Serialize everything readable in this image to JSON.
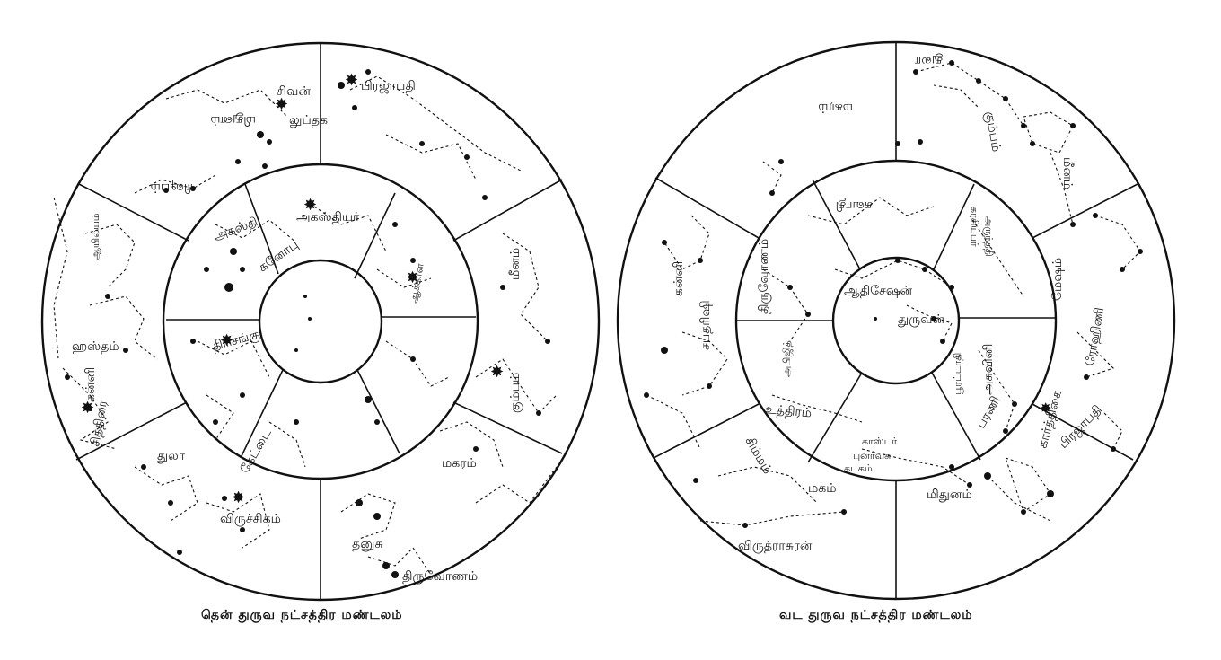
{
  "south_chart": {
    "caption": "தென் துருவ நட்சத்திர மண்டலம்",
    "labels": {
      "sivan": "சிவன்",
      "lubdhaka": "லுப்தக",
      "prajapati": "பிரஜாபதி",
      "agastya": "அகஸ்தியர்",
      "agastya2": "அகஸ்தி",
      "kanopu": "கனோபு",
      "aakarna": "ஆக்கர்ன",
      "meenam": "மீனம்",
      "kumbam": "கும்பம்",
      "thrisangu": "திரிசங்கு",
      "chithirai": "சித்திரை",
      "thula": "துலா",
      "kettai": "கேட்டை",
      "viruchigam": "விருச்சிகம்",
      "dhanusu": "தனுசு",
      "makaram": "மகரம்",
      "thiruvonam": "திருவோணம்",
      "hastham": "ஹஸ்தம்",
      "kanni": "கன்னி",
      "aayilyam": "ஆயில்யம்",
      "rishabam": "ரிஷபம்",
      "mithunam": "மிதுனம்"
    }
  },
  "north_chart": {
    "caption": "வட துருவ நட்சத்திர மண்டலம்",
    "labels": {
      "aadhiseshan": "ஆதிசேஷன்",
      "dhruvan": "துருவன்",
      "castor": "காஸ்டர்",
      "punarvasu": "புனர்வசு",
      "kadagam": "கடகம்",
      "magam": "மகம்",
      "simmam": "சிம்மம்",
      "uthiram": "உத்திரம்",
      "mithunam": "மிதுனம்",
      "viruthrasuran": "விருத்ராசுரன்",
      "meenam": "மீனம்",
      "mesham": "மேஷம்",
      "karthigai": "கார்த்திகை",
      "rohini": "ரோஹிணி",
      "prajapati": "பிரஜாபதி",
      "kumbam": "கும்பம்",
      "makaram": "மகரம்",
      "thula": "துலா",
      "kanni": "கன்னி",
      "saptharishi": "சப்தரிஷி",
      "thiruvonam": "திருவோணம்",
      "abhijith": "அபிஜித்",
      "kasyapar": "காசியபர்",
      "arundhathi": "அருந்ததி",
      "pooratadhi": "பூரட்டாதி",
      "aswini": "அசுவினி",
      "bharani": "பரணி",
      "swathi": "சுவாதி"
    }
  }
}
